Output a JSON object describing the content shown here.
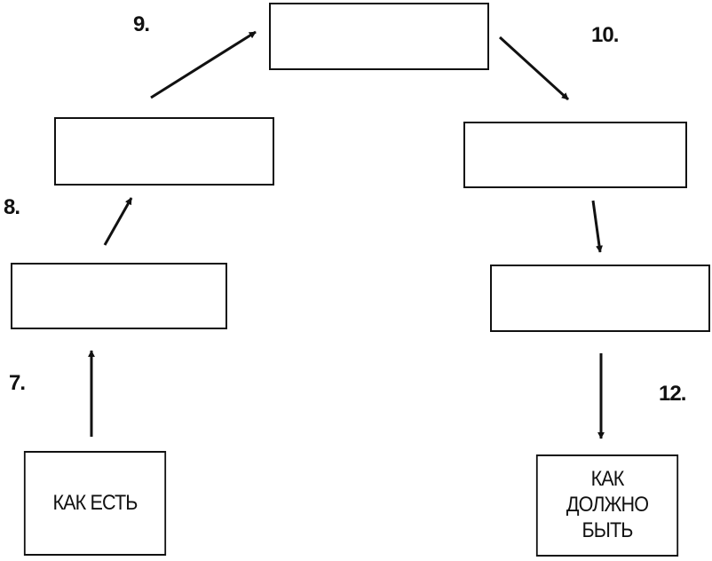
{
  "steps": {
    "n7": "7.",
    "n8": "8.",
    "n9": "9.",
    "n10": "10.",
    "n12": "12."
  },
  "boxes": {
    "start": "КАК ЕСТЬ",
    "end_line1": "КАК",
    "end_line2": "ДОЛЖНО",
    "end_line3": "БЫТЬ"
  }
}
